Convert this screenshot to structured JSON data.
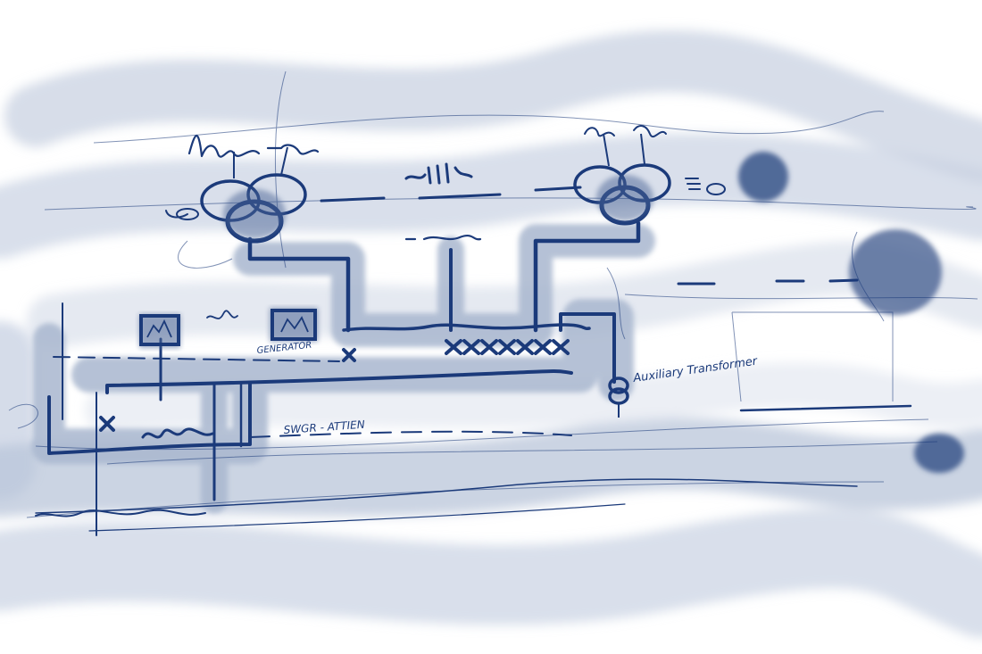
{
  "labels": {
    "auxiliary_transformer": "Auxiliary Transformer",
    "generator": "GENERATOR",
    "switchgear": "SWGR - ATTIEN"
  },
  "colors": {
    "ink": "#1b3a7a",
    "wash": "#a9b7cf",
    "wash_dark": "#7f93b6",
    "blob": "#4a6394"
  }
}
